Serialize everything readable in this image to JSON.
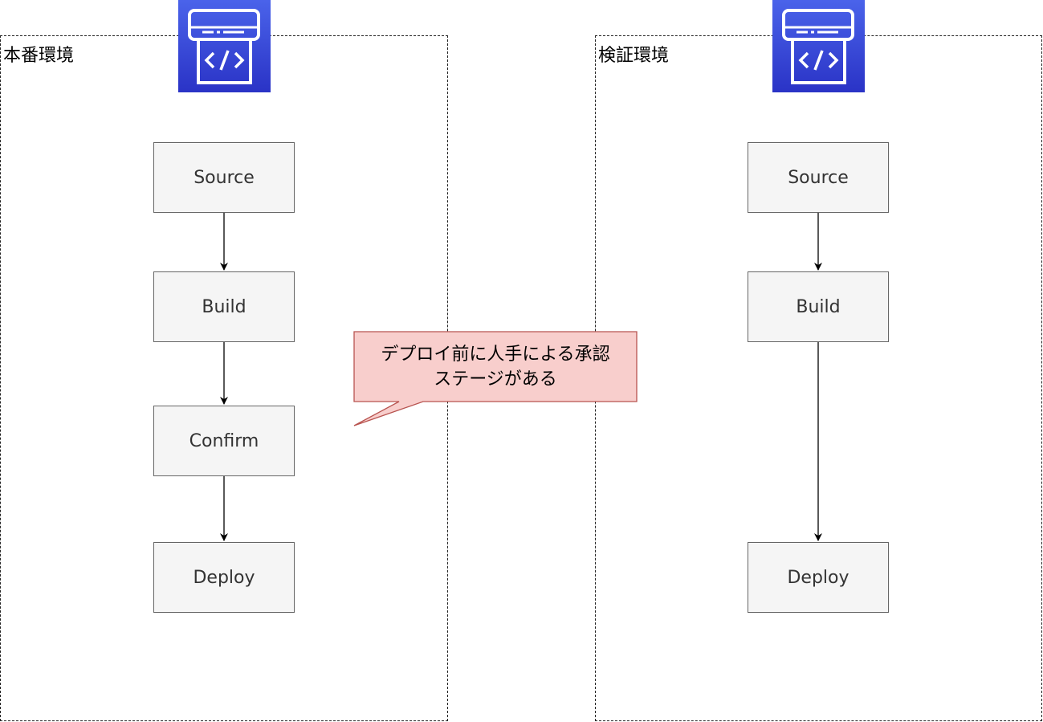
{
  "environments": {
    "prod": {
      "label": "本番環境",
      "stages": [
        "Source",
        "Build",
        "Confirm",
        "Deploy"
      ]
    },
    "stg": {
      "label": "検証環境",
      "stages": [
        "Source",
        "Build",
        "Deploy"
      ]
    }
  },
  "callout": {
    "line1": "デプロイ前に人手による承認",
    "line2": "ステージがある",
    "fill": "#f8cecc",
    "stroke": "#b85450"
  },
  "icons": {
    "service": "codepipeline-icon",
    "color_top": "#4a63ea",
    "color_bottom": "#2a33c6"
  }
}
